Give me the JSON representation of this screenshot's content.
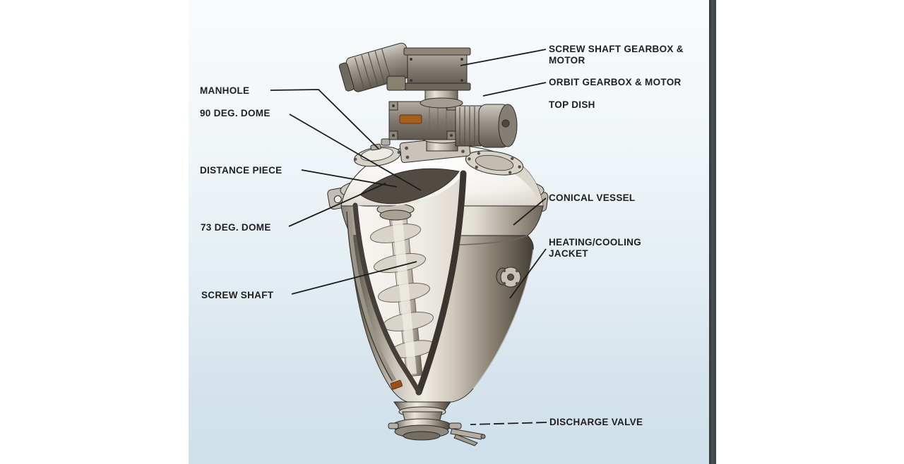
{
  "page": {
    "background_color": "#ffffff",
    "content_top_color": "#f9fbfc",
    "content_bottom_color": "#cfe0ea",
    "edge_bar_color": "#41464a",
    "label_color": "#1f1f1f",
    "leader_line_color": "#1d1d1d",
    "accent_logo_color": "#a55f1d"
  },
  "diagram": {
    "labels": [
      {
        "id": "manhole",
        "text": "MANHOLE"
      },
      {
        "id": "dome-90",
        "text": "90 DEG. DOME"
      },
      {
        "id": "distance-piece",
        "text": "DISTANCE PIECE"
      },
      {
        "id": "dome-73",
        "text": "73 DEG. DOME"
      },
      {
        "id": "screw-shaft",
        "text": "SCREW SHAFT"
      },
      {
        "id": "screw-shaft-gearbox-motor",
        "text": "SCREW SHAFT GEARBOX &\nMOTOR"
      },
      {
        "id": "orbit-gearbox-motor",
        "text": "ORBIT GEARBOX & MOTOR"
      },
      {
        "id": "top-dish",
        "text": "TOP DISH"
      },
      {
        "id": "conical-vessel",
        "text": "CONICAL VESSEL"
      },
      {
        "id": "heating-cooling-jacket",
        "text": "HEATING/COOLING\nJACKET"
      },
      {
        "id": "discharge-valve",
        "text": "DISCHARGE VALVE"
      }
    ]
  }
}
